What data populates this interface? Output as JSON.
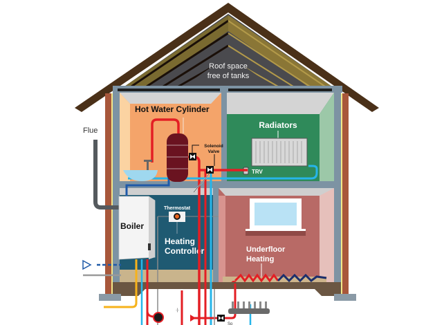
{
  "title": "Sealed heating system cut-away house diagram",
  "labels": {
    "roof_space_line1": "Roof space",
    "roof_space_line2": "free of tanks",
    "hot_water_cylinder": "Hot Water Cylinder",
    "radiators": "Radiators",
    "trv": "TRV",
    "flue": "Flue",
    "solenoid_valve_line1": "Solenoid",
    "solenoid_valve_line2": "Valve",
    "boiler": "Boiler",
    "thermostat": "Thermostat",
    "heating_controller_line1": "Heating",
    "heating_controller_line2": "Controller",
    "underfloor_line1": "Underfloor",
    "underfloor_line2": "Heating",
    "bottom_partial_label": "So"
  },
  "colors": {
    "roof": "#4a3018",
    "roof_insulation": "#8a7636",
    "roof_space": "#4a4a4e",
    "frame": "#7d93a3",
    "brick": "#a8573b",
    "hot_water_room": "#f4a46a",
    "radiator_room": "#2f8a5a",
    "controller_room": "#1f5a72",
    "underfloor_room": "#b86a66",
    "hot_pipe": "#e31e24",
    "cold_pipe": "#26b5ea",
    "gas_pipe": "#f6b21b",
    "cylinder": "#6a1320"
  }
}
